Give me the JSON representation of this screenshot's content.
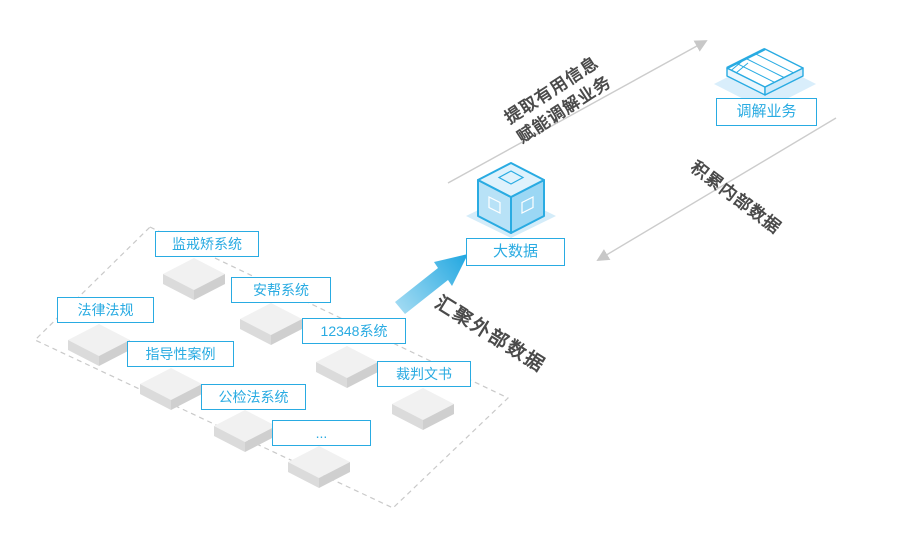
{
  "diagram": {
    "systems": [
      "监戒矫系统",
      "安帮系统",
      "法律法规",
      "12348系统",
      "指导性案例",
      "裁判文书",
      "公检法系统",
      "..."
    ],
    "hub_label": "大数据",
    "business_label": "调解业务",
    "flows": {
      "external": "汇聚外部数据",
      "extract_line1": "提取有用信息",
      "extract_line2": "赋能调解业务",
      "internal": "积累内部数据"
    },
    "icons": {
      "hub_icon": "cube-3d-icon",
      "business_icon": "ledger-notebook-icon",
      "flow_icon": "up-right-arrow-icon"
    },
    "colors": {
      "accent": "#29abe2",
      "flow_text": "#4a4a4a",
      "connector": "#c8c8c8",
      "box_gray": "#e0e0e0"
    }
  }
}
